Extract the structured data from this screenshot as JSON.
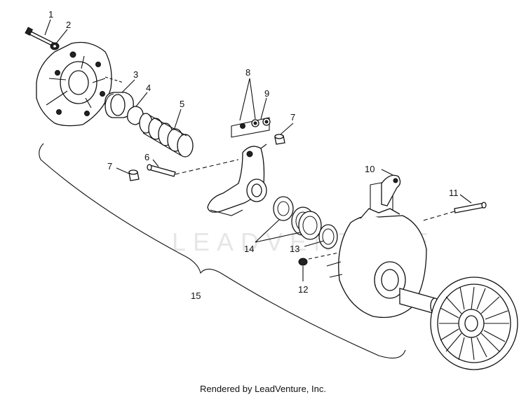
{
  "watermark": "LEADVENTURE",
  "footer": "Rendered by LeadVenture, Inc.",
  "callouts": {
    "c1": "1",
    "c2": "2",
    "c3": "3",
    "c4": "4",
    "c5": "5",
    "c6": "6",
    "c7a": "7",
    "c7b": "7",
    "c8": "8",
    "c9": "9",
    "c10": "10",
    "c11": "11",
    "c12": "12",
    "c13": "13",
    "c14": "14",
    "c15": "15"
  }
}
